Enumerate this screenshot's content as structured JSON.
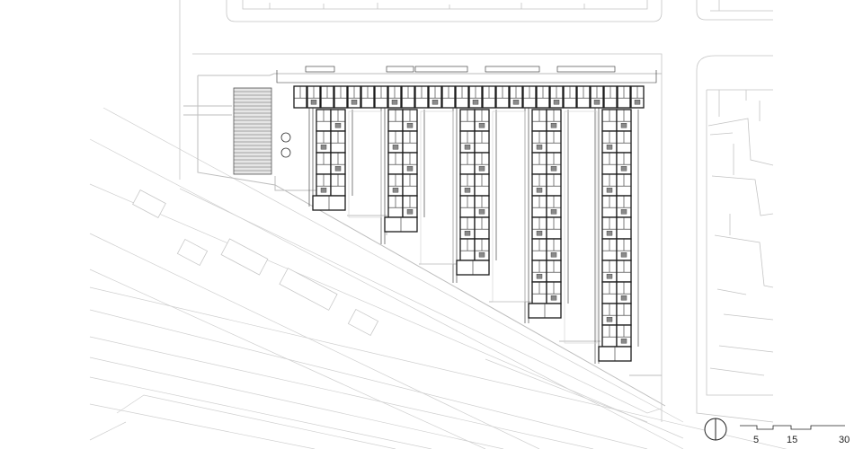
{
  "scale_bar": {
    "labels": [
      "5",
      "15",
      "30"
    ]
  },
  "north_arrow": {
    "icon": "north-arrow-icon"
  },
  "colors": {
    "wall": "#1a1a1a",
    "context": "#c4c4c4",
    "hatch": "#9a9a9a"
  }
}
